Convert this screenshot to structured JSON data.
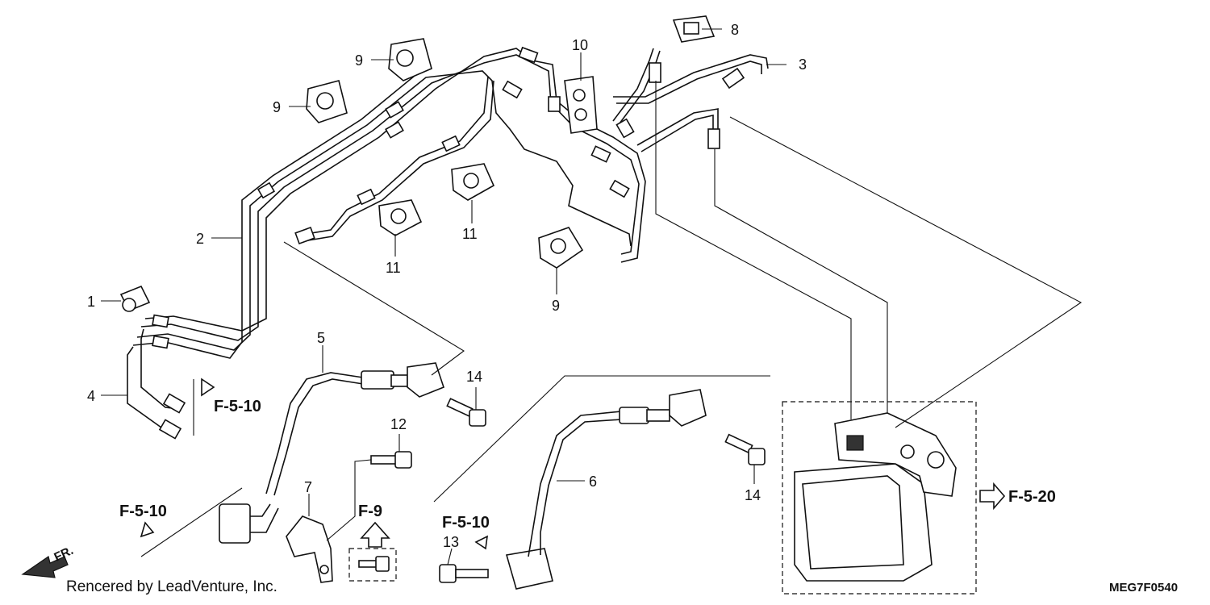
{
  "diagram": {
    "part_labels": [
      {
        "id": "p1",
        "text": "1"
      },
      {
        "id": "p2",
        "text": "2"
      },
      {
        "id": "p3",
        "text": "3"
      },
      {
        "id": "p4",
        "text": "4"
      },
      {
        "id": "p5",
        "text": "5"
      },
      {
        "id": "p6",
        "text": "6"
      },
      {
        "id": "p7",
        "text": "7"
      },
      {
        "id": "p8",
        "text": "8"
      },
      {
        "id": "p9a",
        "text": "9"
      },
      {
        "id": "p9b",
        "text": "9"
      },
      {
        "id": "p9c",
        "text": "9"
      },
      {
        "id": "p10",
        "text": "10"
      },
      {
        "id": "p11a",
        "text": "11"
      },
      {
        "id": "p11b",
        "text": "11"
      },
      {
        "id": "p12",
        "text": "12"
      },
      {
        "id": "p13",
        "text": "13"
      },
      {
        "id": "p14a",
        "text": "14"
      },
      {
        "id": "p14b",
        "text": "14"
      }
    ],
    "references": {
      "f510_a": "F-5-10",
      "f510_b": "F-5-10",
      "f510_c": "F-5-10",
      "f9": "F-9",
      "f520": "F-5-20"
    },
    "front_indicator": "FR.",
    "credit": "Rencered by LeadVenture, Inc.",
    "diagram_code": "MEG7F0540"
  }
}
